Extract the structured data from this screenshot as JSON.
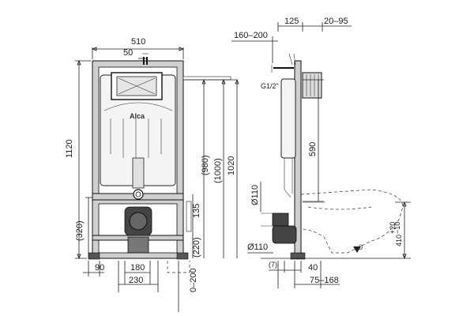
{
  "front_view": {
    "dims": {
      "width_top": "510",
      "offset_50": "50",
      "height_total": "1120",
      "height_320": "(320)",
      "height_980": "(980)",
      "height_1000": "(1000)",
      "height_1020": "1020",
      "height_135": "135",
      "height_220": "(220)",
      "bottom_90": "90",
      "bottom_180": "180",
      "bottom_230": "230",
      "bottom_0_200": "0–200"
    },
    "brand": "Alca"
  },
  "side_view": {
    "dims": {
      "top_125": "125",
      "top_20_95": "20–95",
      "top_160_200": "160–200",
      "g12": "G1/2\"",
      "height_590": "590",
      "pipe_d110_a": "Ø110",
      "pipe_d110_b": "Ø110",
      "bottom_7": "(7)",
      "bottom_40": "40",
      "bottom_75_168": "75–168",
      "height_410": "410",
      "tol_plus": "+20",
      "tol_minus": "−10",
      "zero": "0"
    }
  },
  "colors": {
    "frame": "#cfcfcf",
    "line": "#222222"
  }
}
